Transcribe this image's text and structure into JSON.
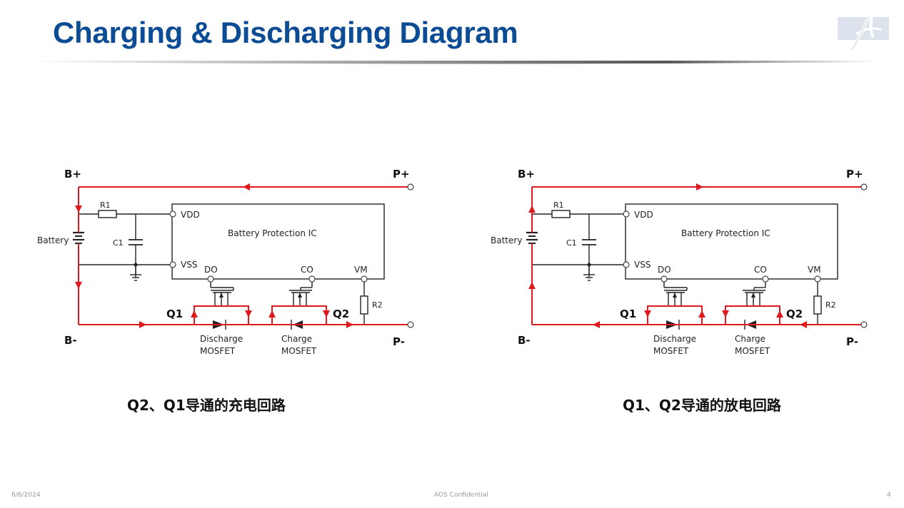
{
  "slide": {
    "title": "Charging & Discharging Diagram",
    "footer_date": "6/6/2024",
    "footer_confidential": "AOS Confidential",
    "page_number": "4"
  },
  "colors": {
    "title": "#0b4c94",
    "current_path": "#e0191f",
    "wire": "#222222"
  },
  "logo_icon": "aos-logo-icon",
  "labels": {
    "b_plus": "B+",
    "p_plus": "P+",
    "b_minus": "B-",
    "p_minus": "P-",
    "r1": "R1",
    "r2": "R2",
    "c1": "C1",
    "battery": "Battery",
    "vdd": "VDD",
    "vss": "VSS",
    "do": "DO",
    "co": "CO",
    "vm": "VM",
    "ic": "Battery Protection IC",
    "q1": "Q1",
    "q2": "Q2",
    "discharge_1": "Discharge",
    "discharge_2": "MOSFET",
    "charge_1": "Charge",
    "charge_2": "MOSFET"
  },
  "diagrams": [
    {
      "mode": "charging",
      "caption": "Q2、Q1导通的充电回路"
    },
    {
      "mode": "discharging",
      "caption": "Q1、Q2导通的放电回路"
    }
  ]
}
